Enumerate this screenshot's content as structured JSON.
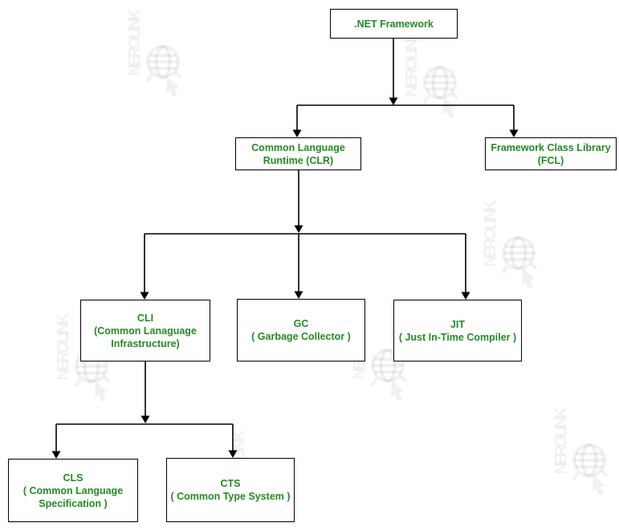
{
  "diagram": {
    "background": "#ffffff",
    "text_color": "#228B22",
    "border_color": "#000000",
    "connector_color": "#000000"
  },
  "watermark": {
    "text": "NEROLINK"
  },
  "nodes": [
    {
      "id": "dotnet-framework",
      "label": ".NET Framework"
    },
    {
      "id": "clr",
      "label": "Common Language\nRuntime (CLR)"
    },
    {
      "id": "fcl",
      "label": "Framework Class Library\n(FCL)"
    },
    {
      "id": "cli",
      "label": "CLI\n(Common Lanaguage\nInfrastructure)"
    },
    {
      "id": "gc",
      "label": "GC\n( Garbage Collector )"
    },
    {
      "id": "jit",
      "label": "JIT\n( Just In-Time Compiler )"
    },
    {
      "id": "cls",
      "label": "CLS\n( Common Language\nSpecification )"
    },
    {
      "id": "cts",
      "label": "CTS\n( Common Type System )"
    }
  ],
  "edges": [
    {
      "from": "dotnet-framework",
      "to": "clr"
    },
    {
      "from": "dotnet-framework",
      "to": "fcl"
    },
    {
      "from": "clr",
      "to": "cli"
    },
    {
      "from": "clr",
      "to": "gc"
    },
    {
      "from": "clr",
      "to": "jit"
    },
    {
      "from": "cli",
      "to": "cls"
    },
    {
      "from": "cli",
      "to": "cts"
    }
  ]
}
